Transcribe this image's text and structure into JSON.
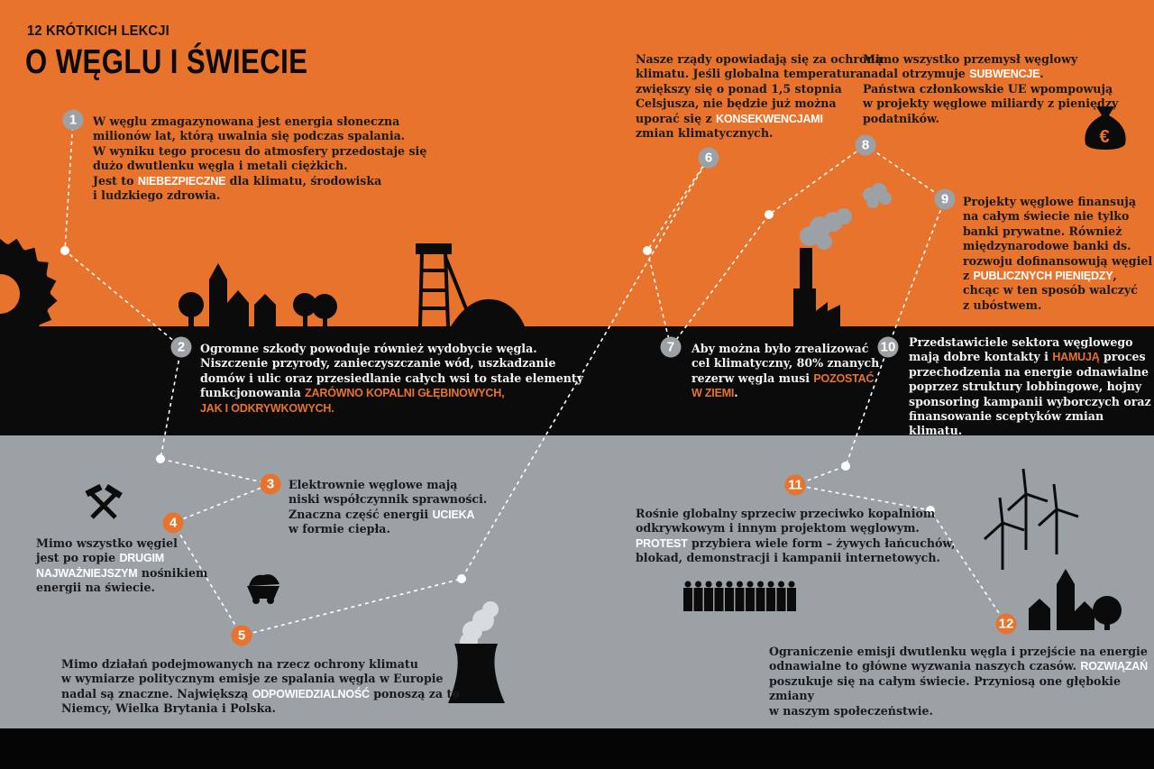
{
  "header": {
    "subtitle": "12 KRÓTKICH LEKCJI",
    "title": "O WĘGLU I ŚWIECIE"
  },
  "colors": {
    "orange": "#e8732c",
    "gray": "#9ca1a6",
    "black": "#0b0b0b"
  },
  "lessons": [
    {
      "n": "1",
      "pre": "W węglu zmagazynowana jest energia słoneczna\nmilionów lat, którą uwalnia się podczas spalania.\nW wyniku tego procesu do atmosfery przedostaje się\ndużo dwutlenku węgla i metali ciężkich.\nJest to ",
      "hl": "NIEBEZPIECZNE",
      "post": " dla klimatu, środowiska\ni ludzkiego zdrowia."
    },
    {
      "n": "2",
      "pre": "Ogromne szkody powoduje również wydobycie węgla.\nNiszczenie przyrody, zanieczyszczanie wód, uszkadzanie\ndomów i ulic oraz przesiedlanie całych wsi to stałe elementy\nfunkcjonowania ",
      "hl": "ZARÓWNO KOPALNI GŁĘBINOWYCH,\nJAK I ODKRYWKOWYCH.",
      "post": ""
    },
    {
      "n": "3",
      "pre": "Elektrownie węglowe mają\nniski współczynnik sprawności.\nZnaczna część energii ",
      "hl": "UCIEKA",
      "post": "\nw formie ciepła."
    },
    {
      "n": "4",
      "pre": "Mimo wszystko węgiel\njest po ropie ",
      "hl": "DRUGIM\nNAJWAŻNIEJSZYM",
      "post": " nośnikiem\nenergii na świecie."
    },
    {
      "n": "5",
      "pre": "Mimo działań podejmowanych na rzecz ochrony klimatu\nw wymiarze politycznym emisje ze spalania węgla w Europie\nnadal są znaczne. Największą ",
      "hl": "ODPOWIEDZIALNOŚĆ",
      "post": " ponoszą za to\nNiemcy, Wielka Brytania i Polska."
    },
    {
      "n": "6",
      "pre": "Nasze rządy opowiadają się za ochroną\nklimatu. Jeśli globalna temperatura\nzwiększy się o ponad 1,5 stopnia\nCelsjusza, nie będzie już można\nuporać się z ",
      "hl": "KONSEKWENCJAMI",
      "post": "\nzmian klimatycznych."
    },
    {
      "n": "7",
      "pre": "Aby można było zrealizować\ncel klimatyczny, 80% znanych\nrezerw węgla musi ",
      "hl": "POZOSTAĆ\nW ZIEMI",
      "post": "."
    },
    {
      "n": "8",
      "pre": "Mimo wszystko przemysł węglowy\nnadal otrzymuje ",
      "hl": "SUBWENCJE",
      "post": ".\nPaństwa członkowskie UE wpompowują\nw projekty węglowe miliardy z pieniędzy\npodatników."
    },
    {
      "n": "9",
      "pre": "Projekty węglowe finansują\nna całym świecie nie tylko\nbanki prywatne. Również\nmiędzynarodowe banki ds.\nrozwoju dofinansowują węgiel\nz ",
      "hl": "PUBLICZNYCH PIENIĘDZY",
      "post": ",\nchcąc w ten sposób walczyć\nz ubóstwem."
    },
    {
      "n": "10",
      "pre": "Przedstawiciele sektora węglowego\nmają dobre kontakty i ",
      "hl": "HAMUJĄ",
      "post": " proces\nprzechodzenia na energie odnawialne\npoprzez struktury lobbingowe, hojny\nsponsoring kampanii wyborczych oraz\nfinansowanie sceptyków zmian klimatu."
    },
    {
      "n": "11",
      "pre": "Rośnie globalny sprzeciw przeciwko kopalniom\nodkrywkowym i innym projektom węglowym.\n",
      "hl": "PROTEST",
      "post": " przybiera wiele form – żywych łańcuchów,\nblokad, demonstracji i kampanii internetowych."
    },
    {
      "n": "12",
      "pre": "Ograniczenie emisji dwutlenku węgla i przejście na energie\nodnawialne to główne wyzwania naszych czasów. ",
      "hl": "ROZWIĄZAŃ",
      "post": "\nposzukuje się na całym świecie. Przyniosą one głębokie zmiany\nw naszym społeczeństwie."
    }
  ],
  "icons": [
    "saw-blade-icon",
    "village-icon",
    "mine-tower-icon",
    "coal-heap-icon",
    "factory-chimney-icon",
    "smoke-icon",
    "money-bag-euro-icon",
    "crossed-hammers-icon",
    "mine-cart-icon",
    "cooling-tower-icon",
    "protesters-icon",
    "wind-turbines-icon",
    "town-icon"
  ]
}
